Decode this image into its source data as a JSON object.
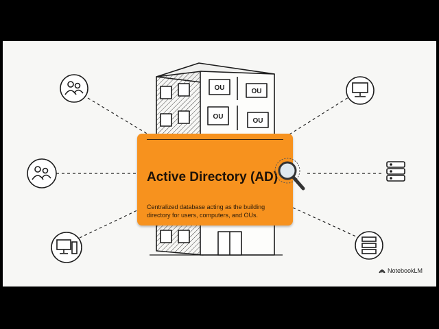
{
  "callout": {
    "title": "Active Directory (AD)",
    "description": "Centralized database acting as the building directory for users, computers, and OUs."
  },
  "building": {
    "unit_label": "OU"
  },
  "nodes": {
    "left": [
      "users-group-icon",
      "users-group-icon",
      "computer-workstation-icon"
    ],
    "right": [
      "server-monitor-icon",
      "database-icon",
      "server-rack-icon"
    ]
  },
  "branding": {
    "logo_text": "NotebookLM"
  },
  "colors": {
    "callout": "#f7921e",
    "background": "#f7f7f5",
    "ink": "#1c1c1c"
  }
}
